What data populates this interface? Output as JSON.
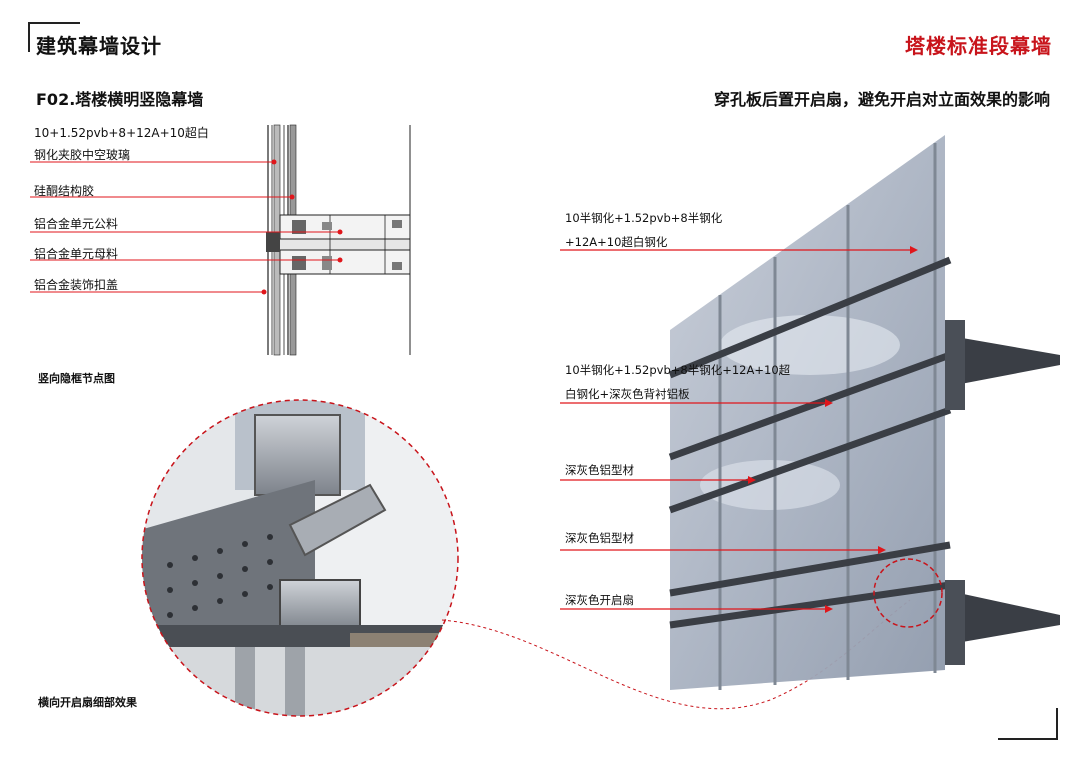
{
  "header": {
    "title": "建筑幕墙设计",
    "section_title": "塔楼标准段幕墙"
  },
  "left_panel": {
    "subtitle": "F02.塔楼横明竖隐幕墙",
    "callouts": [
      {
        "line1": "10+1.52pvb+8+12A+10超白",
        "line2": "钢化夹胶中空玻璃"
      },
      {
        "line1": "硅酮结构胶"
      },
      {
        "line1": "铝合金单元公料"
      },
      {
        "line1": "铝合金单元母料"
      },
      {
        "line1": "铝合金装饰扣盖"
      }
    ],
    "detail_caption": "竖向隐框节点图",
    "render_caption": "横向开启扇细部效果"
  },
  "right_panel": {
    "subtitle": "穿孔板后置开启扇，避免开启对立面效果的影响",
    "callouts": [
      {
        "line1": "10半钢化+1.52pvb+8半钢化",
        "line2": "+12A+10超白钢化"
      },
      {
        "line1": "10半钢化+1.52pvb+8半钢化+12A+10超",
        "line2": "白钢化+深灰色背衬铝板"
      },
      {
        "line1": "深灰色铝型材"
      },
      {
        "line1": "深灰色铝型材"
      },
      {
        "line1": "深灰色开启扇"
      }
    ]
  },
  "colors": {
    "accent_red": "#c8141b",
    "leader_red": "#e0161b",
    "glass": "#9aa6b6",
    "frame": "#3a3e45"
  },
  "icons": [
    "facade-render-image",
    "section-detail-drawing",
    "magnified-detail-render"
  ]
}
